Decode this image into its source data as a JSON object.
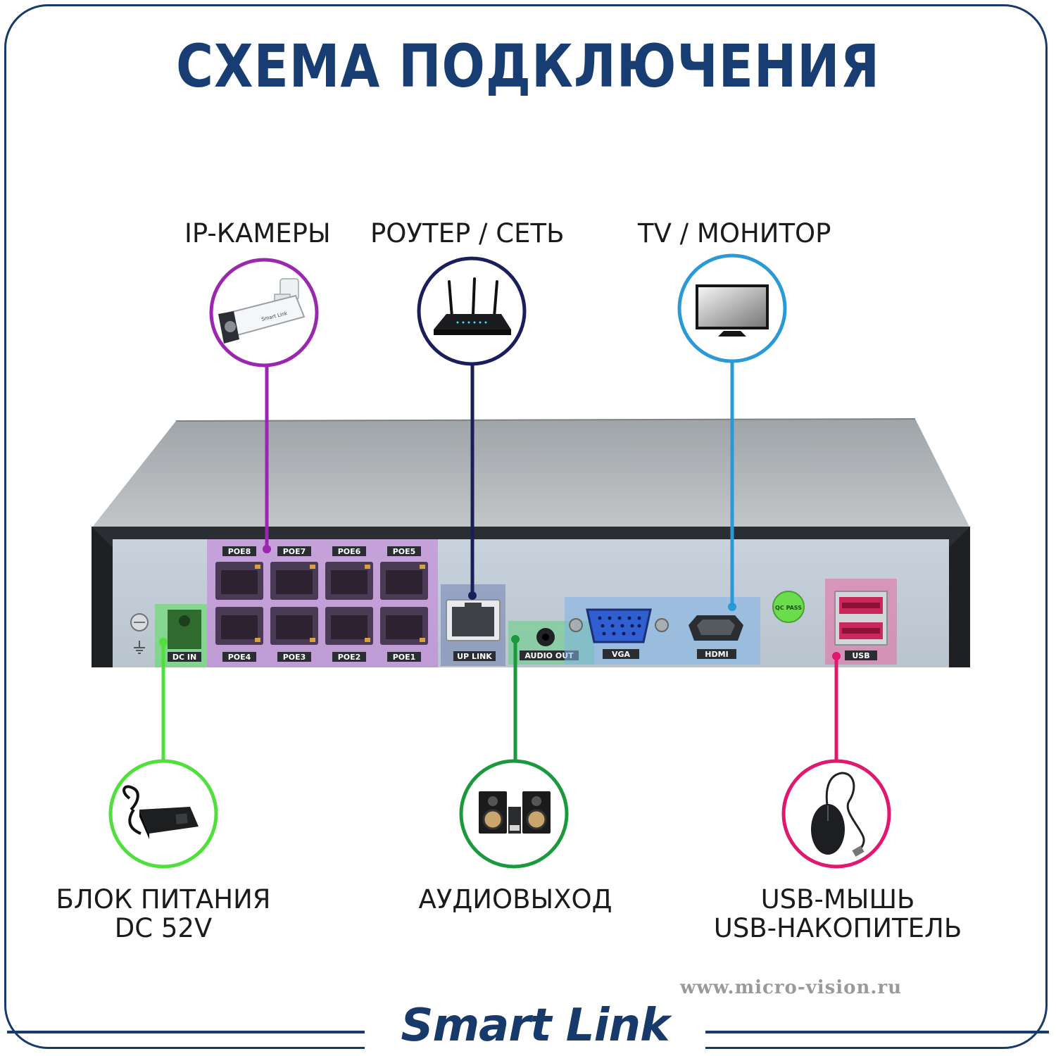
{
  "title": "СХЕМА ПОДКЛЮЧЕНИЯ",
  "labels": {
    "ip_cameras": "IP-КАМЕРЫ",
    "router": "РОУТЕР / СЕТЬ",
    "tv": "TV / МОНИТОР",
    "power_line1": "БЛОК ПИТАНИЯ",
    "power_line2": "DC 52V",
    "audio": "АУДИОВЫХОД",
    "usb_line1": "USB-МЫШЬ",
    "usb_line2": "USB-НАКОПИТЕЛЬ"
  },
  "ports": {
    "poe_top": [
      "POE8",
      "POE7",
      "POE6",
      "POE5"
    ],
    "poe_bottom": [
      "POE4",
      "POE3",
      "POE2",
      "POE1"
    ],
    "dc_in": "DC IN",
    "uplink": "UP LINK",
    "audio_out": "AUDIO OUT",
    "vga": "VGA",
    "hdmi": "HDMI",
    "usb": "USB",
    "sticker": "QC PASS"
  },
  "website": "www.micro-vision.ru",
  "brand": "Smart Link",
  "colors": {
    "title": "#173d72",
    "frame": "#173a6b",
    "ip_cameras": "#9b27b0",
    "router": "#1a1f5c",
    "tv": "#2a9ad6",
    "power": "#4fe03c",
    "audio": "#1a9a3c",
    "usb": "#e0186e"
  },
  "icons": {
    "ip_cameras": "bullet-camera-icon",
    "router": "wifi-router-icon",
    "tv": "tv-monitor-icon",
    "power": "power-adapter-icon",
    "audio": "speakers-icon",
    "usb": "usb-mouse-icon"
  }
}
